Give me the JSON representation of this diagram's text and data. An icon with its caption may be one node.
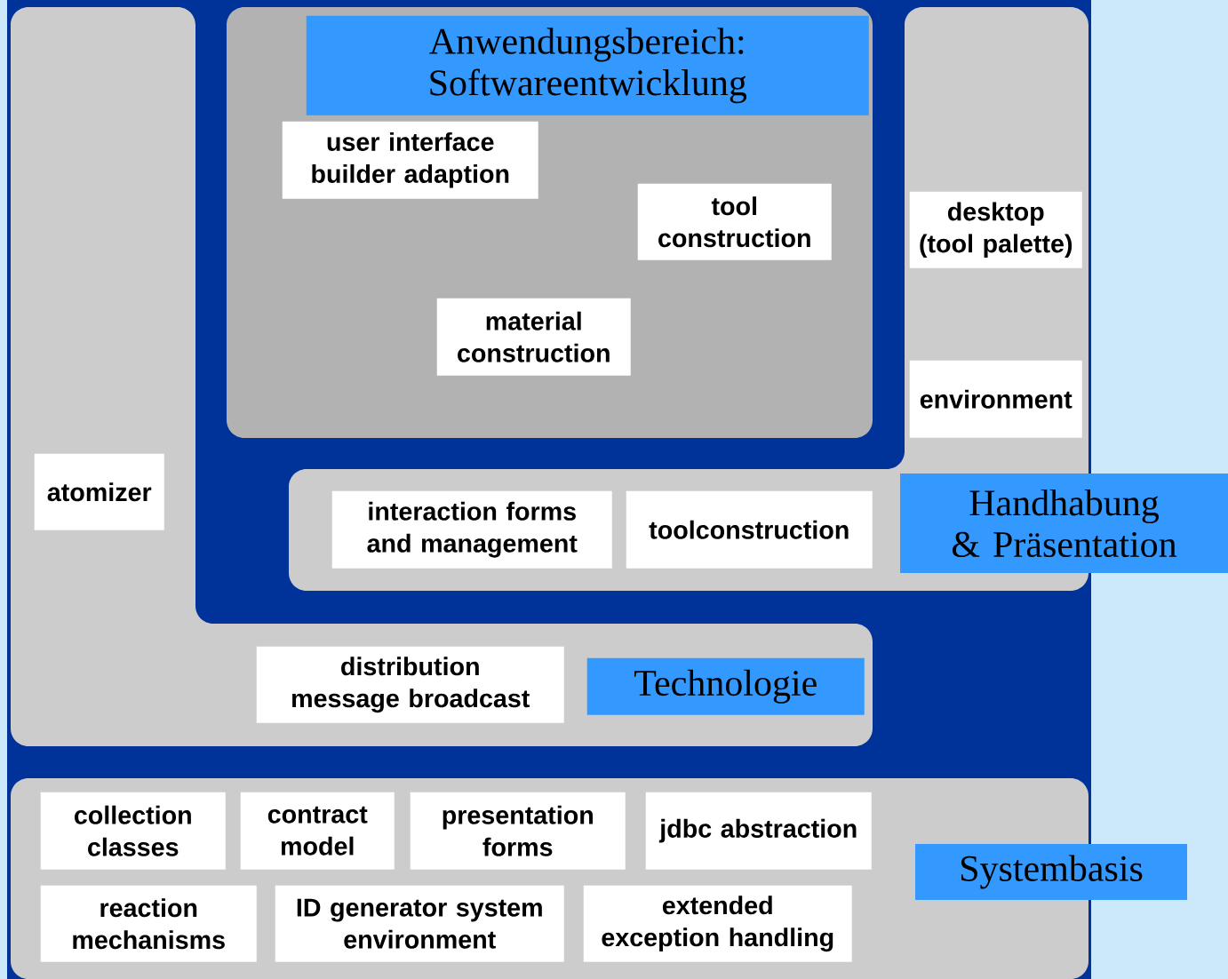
{
  "diagram": {
    "nodes": [
      {
        "text": [],
        "shape": "box"
      },
      {
        "text": [],
        "shape": "box"
      },
      {
        "text": [
          "Anwendungsbereich: Softwareentwicklung"
        ],
        "in": 1
      },
      {
        "text": [
          "user interface builder adaption"
        ],
        "in": 1
      },
      {
        "text": [
          "tool construction"
        ],
        "in": 1
      },
      {
        "text": [
          "material construction"
        ],
        "in": 1
      },
      {
        "text": [],
        "shape": "box"
      },
      {
        "text": [
          "desktop (tool palette)"
        ],
        "in": 6
      },
      {
        "text": [
          "environment"
        ],
        "in": 6
      },
      {
        "text": [
          "atomizer"
        ],
        "in": 0
      },
      {
        "text": [
          "interaction forms and management"
        ],
        "in": 6
      },
      {
        "text": [
          "toolconstruction"
        ],
        "in": 6
      },
      {
        "text": [
          "Handhabung & Präsentation"
        ]
      },
      {
        "text": [
          "distribution message broadcast"
        ],
        "in": 0
      },
      {
        "text": [
          "Technologie"
        ],
        "in": 0
      },
      {
        "text": [],
        "shape": "box"
      },
      {
        "text": [
          "collection classes"
        ],
        "in": 15
      },
      {
        "text": [
          "contract model"
        ],
        "in": 15
      },
      {
        "text": [
          "presentation forms"
        ],
        "in": 15
      },
      {
        "text": [
          "jdbc abstraction"
        ],
        "in": 15
      },
      {
        "text": [
          "Systembasis"
        ]
      },
      {
        "text": [
          "reaction mechanisms"
        ],
        "in": 15
      },
      {
        "text": [
          "ID generator system environment"
        ],
        "in": 15
      },
      {
        "text": [
          "extended exception handling"
        ],
        "in": 15
      }
    ]
  }
}
